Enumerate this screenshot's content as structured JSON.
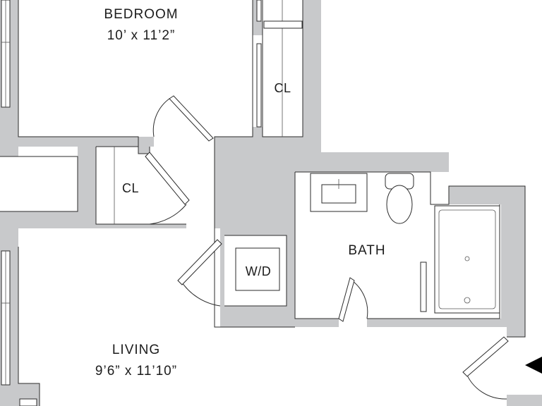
{
  "rooms": {
    "bedroom": {
      "name": "BEDROOM",
      "dims": "10’ x 11’2”"
    },
    "living": {
      "name": "LIVING",
      "dims": "9’6” x 11’10”"
    },
    "bath": {
      "name": "BATH"
    },
    "closet_upper": {
      "name": "CL"
    },
    "closet_lower": {
      "name": "CL"
    },
    "washer_dryer": {
      "name": "W/D"
    }
  },
  "colors": {
    "wall_fill": "#c8c9cb",
    "line": "#2b2b2b",
    "text": "#1c1c1c",
    "entry_arrow": "#000000"
  }
}
